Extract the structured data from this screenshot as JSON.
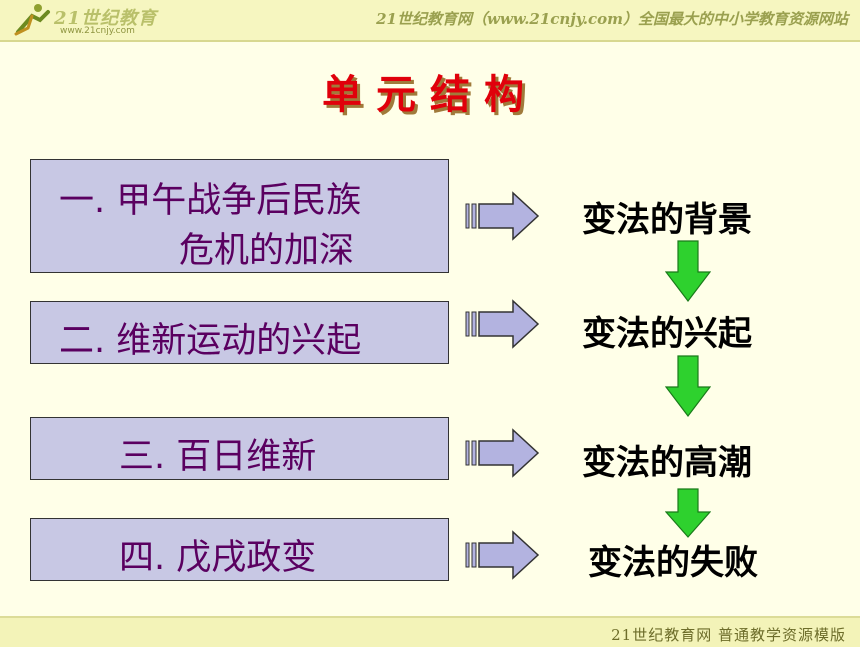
{
  "header": {
    "logo_brand": "21世纪教育",
    "logo_url": "www.21cnjy.com",
    "site_text": "21世纪教育网（www.21cnjy.com）全国最大的中小学教育资源网站"
  },
  "title": "单元结构",
  "sections": [
    {
      "line1": "一. 甲午战争后民族",
      "line2": "危机的加深"
    },
    {
      "line1": "二. 维新运动的兴起"
    },
    {
      "line1": "三. 百日维新"
    },
    {
      "line1": "四. 戊戌政变"
    }
  ],
  "stages": [
    "变法的背景",
    "变法的兴起",
    "变法的高潮",
    "变法的失败"
  ],
  "footer": {
    "text": "21世纪教育网  普通教学资源模版"
  },
  "colors": {
    "title": "#e0000b",
    "box_fill": "#c8c8e4",
    "box_text": "#5a0060",
    "arrow_fill": "#b3b3e0",
    "down_arrow": "#2ed12e"
  }
}
